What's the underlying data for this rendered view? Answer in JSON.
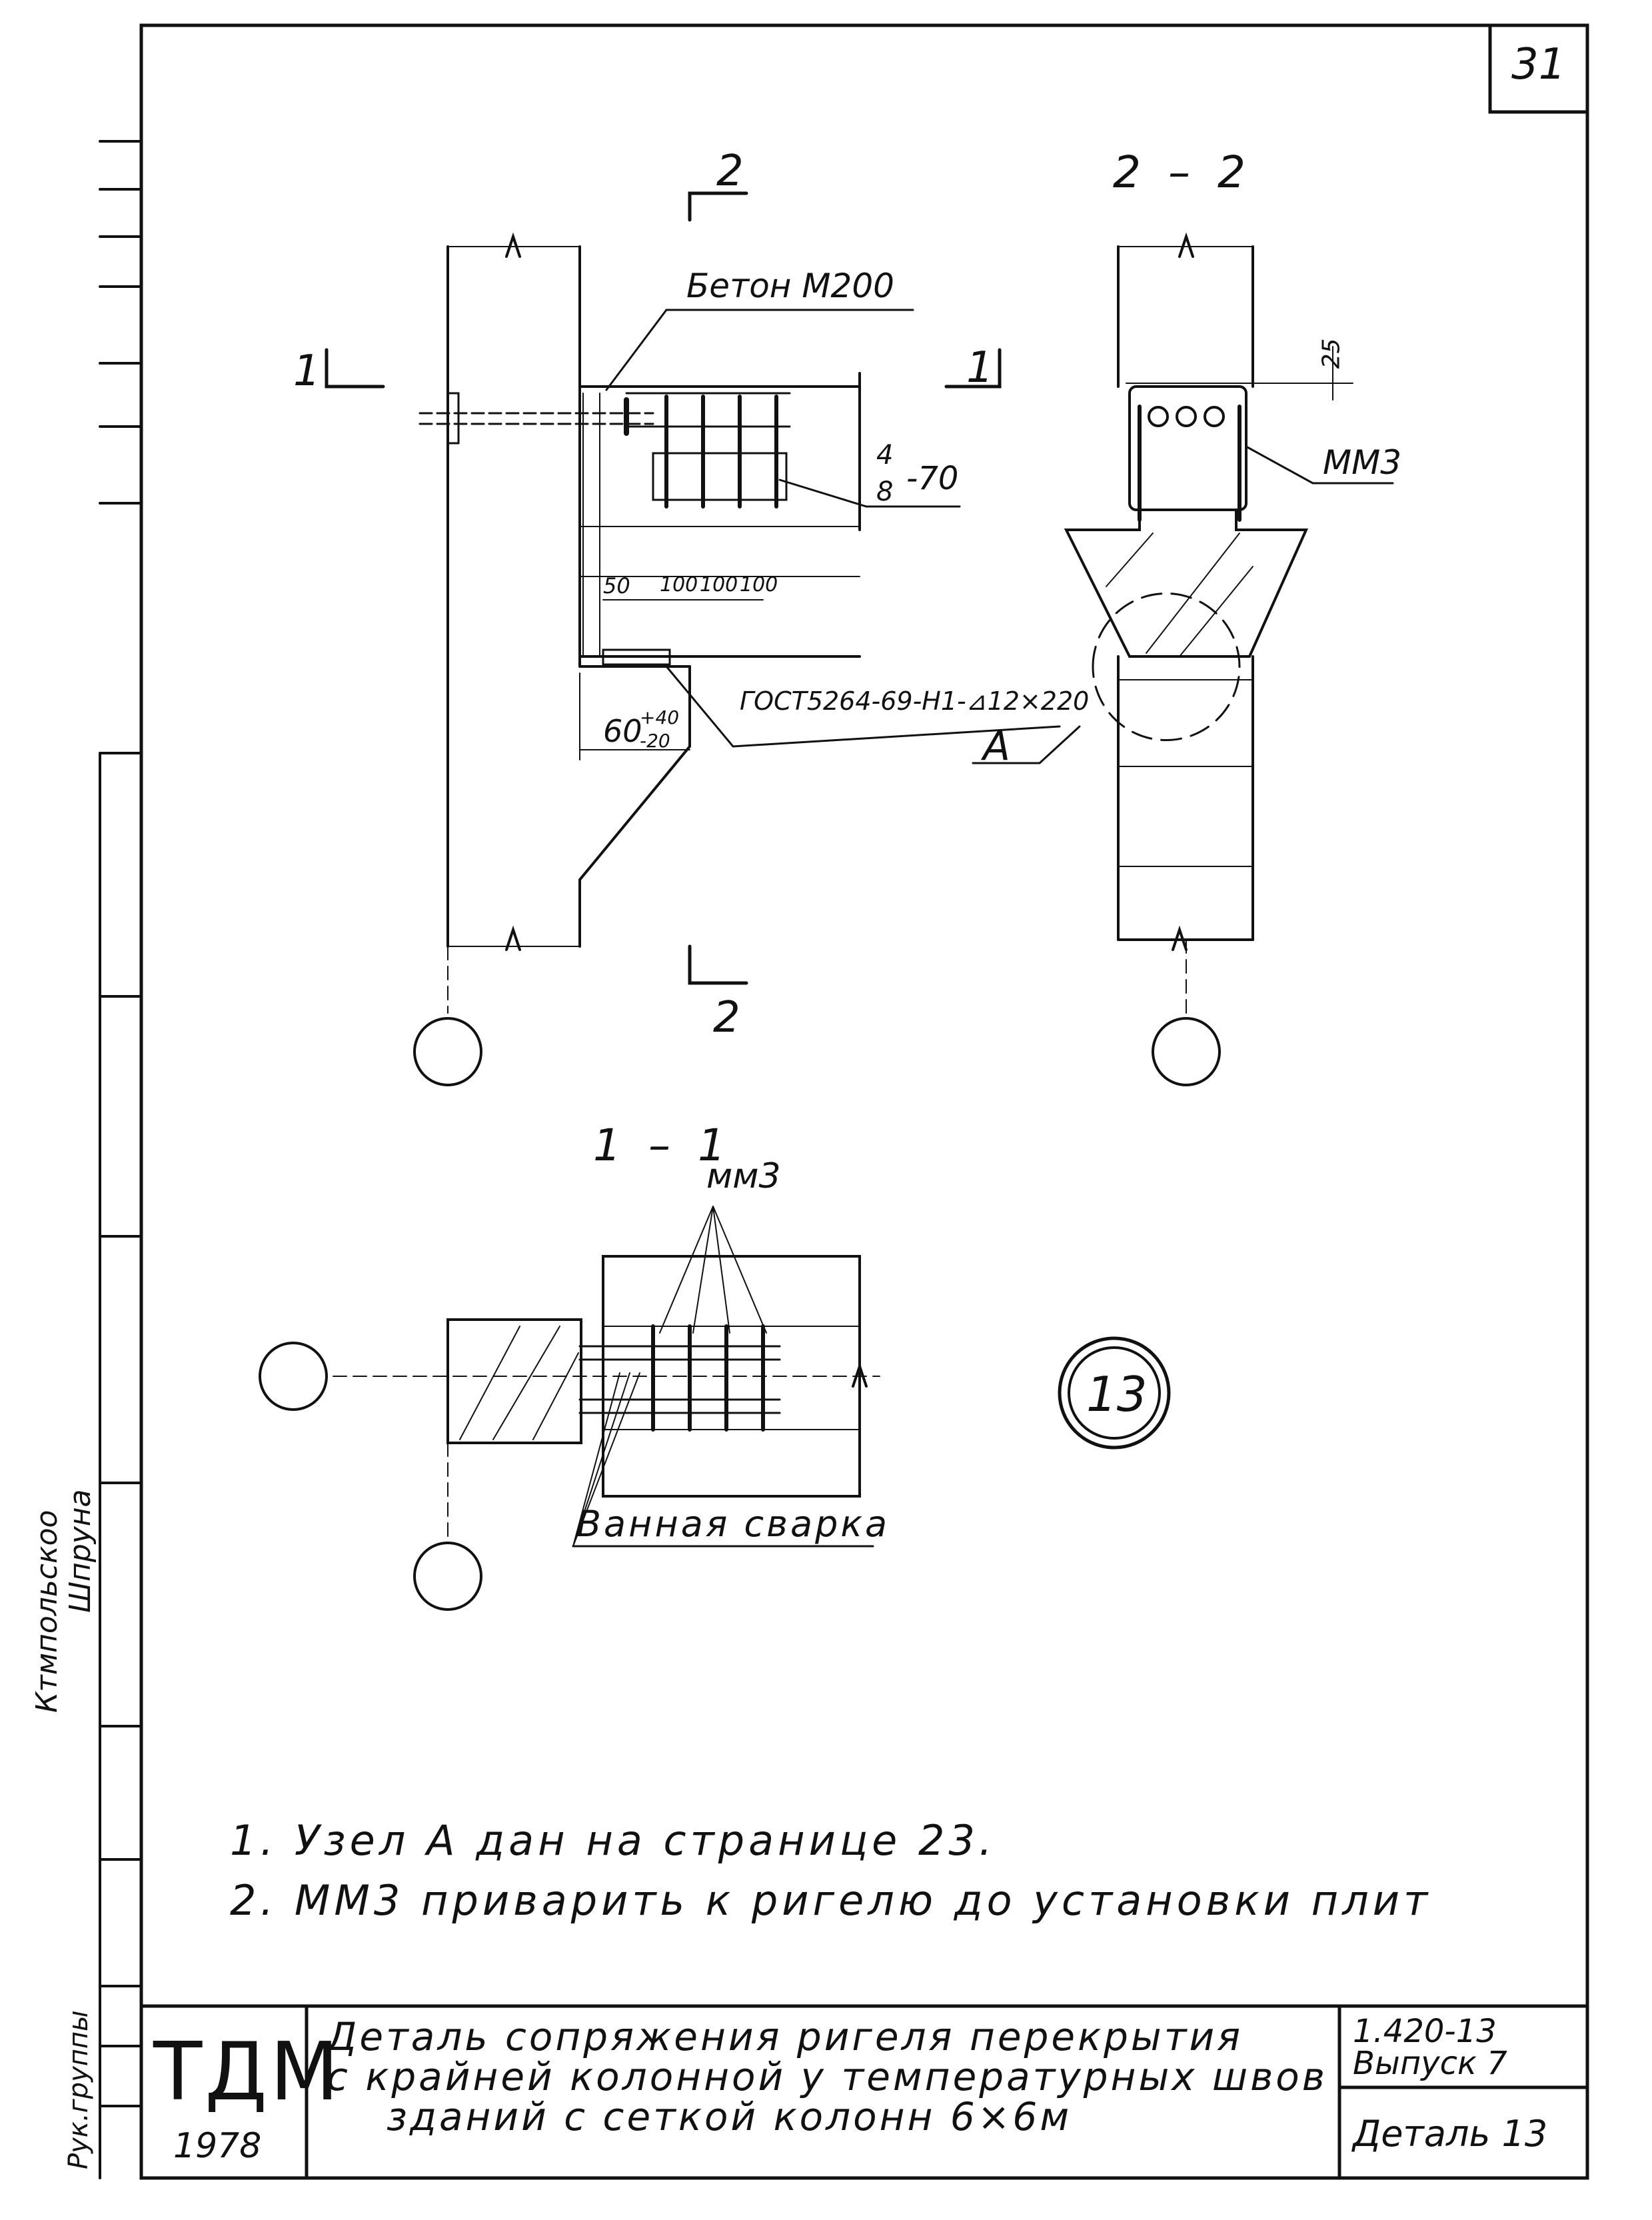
{
  "sheet": {
    "number": "31",
    "section_2_mark": "2",
    "section_1_mark": "1",
    "section_2_2_title": "2 – 2",
    "section_1_1_title": "1 – 1",
    "concrete_label": "Бетон М200",
    "rod_label_num": "4",
    "rod_label_den": "8",
    "rod_label_len": "-70",
    "dim_50": "50",
    "dim_100a": "100",
    "dim_100b": "100",
    "dim_100c": "100",
    "dim_60": "60",
    "dim_60_tol_up": "+40",
    "dim_60_tol_down": "-20",
    "weld_standard": "ГОСТ5264-69-Н1-⊿12×220",
    "node_label": "А",
    "dim_25": "25",
    "mm3_label_a": "ММ3",
    "mm3_label_b": "мм3",
    "bath_weld_label": "Ванная сварка",
    "detail_number": "13"
  },
  "notes": [
    "1.  Узел  А   дан   на   странице 23.",
    "2.  ММ3  приварить  к ригелю до установки плит"
  ],
  "title_block": {
    "org": "ТДМ",
    "year": "1978",
    "title_line1": "Деталь сопряжения ригеля перекрытия",
    "title_line2": "с крайней колонной у температурных швов",
    "title_line3": "зданий с сеткой колонн 6×6м",
    "series": "1.420-13",
    "issue": "Выпуск 7",
    "detail": "Деталь 13"
  },
  "side_stamp": {
    "name1": "Шпруна",
    "role1": "Ктмпольскоо",
    "role2": "Рук.группы"
  }
}
